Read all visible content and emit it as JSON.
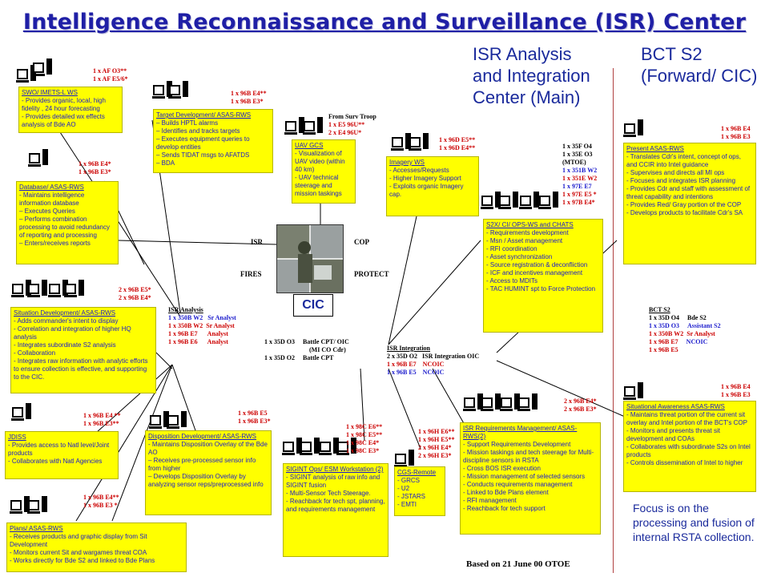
{
  "title": "Intelligence Reconnaissance and Surveillance (ISR) Center",
  "header_main": "ISR Analysis\nand Integration\nCenter (Main)",
  "header_bct": "BCT S2\n(Forward/ CIC)",
  "focus_note": "Focus is on the processing and fusion of internal RSTA collection.",
  "based_on": "Based on 21 June 00 OTOE",
  "cic_label": "CIC",
  "quadrants": {
    "isr": "ISR",
    "cop": "COP",
    "fires": "FIRES",
    "protect": "PROTECT"
  },
  "boxes": {
    "swo": {
      "title": "SWO/ IMETS-L WS",
      "lines": [
        "- Provides organic, local, high fidelity , 24 hour forecasting",
        "- Provides detailed wx effects analysis of Bde AO"
      ]
    },
    "target": {
      "title": "Target Development/ ASAS-RWS",
      "lines": [
        "– Builds HPTL alarms",
        "– Identifies and tracks targets",
        "– Executes equipment queries to develop entities",
        "– Sends TIDAT msgs to AFATDS",
        "– BDA"
      ]
    },
    "uav": {
      "title": "UAV GCS",
      "lines": [
        "- Visualization of UAV video (within 40 km)",
        "- UAV technical steerage and mission taskings"
      ]
    },
    "imagery": {
      "title": "Imagery WS",
      "lines": [
        "- Accesses/Requests",
        "- Higher Imagery Support",
        "- Exploits organic Imagery cap."
      ]
    },
    "database": {
      "title": "Database/ ASAS-RWS",
      "lines": [
        " - Maintains intelligence information database",
        "– Executes Queries",
        "– Performs combination processing to avoid redundancy of reporting and processing",
        "– Enters/receives reports"
      ]
    },
    "s2x": {
      "title": "S2X/ CI/ OPS-WS and CHATS",
      "lines": [
        "- Requirements development",
        "- Msn / Asset management",
        "- RFI coordination",
        "- Asset synchronization",
        "- Source registration & deconfliction",
        "- ICF and incentives management",
        "- Access to MDITs",
        "- TAC HUMINT spt to Force Protection"
      ]
    },
    "present": {
      "title": "Present ASAS-RWS",
      "lines": [
        "- Translates Cdr's intent, concept of ops, and CCIR into Intel guidance",
        "- Supervises and directs all MI ops",
        "- Focuses and integrates ISR planning",
        "- Provides Cdr and staff with assessment of threat capability and intentions",
        "- Provides Red/ Gray portion of the COP",
        "- Develops products to facilitate Cdr's SA"
      ]
    },
    "situation": {
      "title": "Situation Development/  ASAS-RWS",
      "lines": [
        "- Adds commander's intent to display",
        "- Correlation and integration of higher HQ analysis",
        "- Integrates subordinate S2 analysis",
        "- Collaboration",
        "- Integrates raw information with analytic efforts to ensure collection is effective, and supporting to the CIC."
      ]
    },
    "jdiss": {
      "title": "JDISS",
      "lines": [
        "- Provides access to Natl level/Joint products",
        "- Collaborates with Natl Agencies"
      ]
    },
    "disposition": {
      "title": "Disposition Development/ ASAS-RWS",
      "lines": [
        "- Maintains Disposition Overlay of the Bde AO",
        "– Receives pre-processed  sensor info from higher",
        "– Develops Disposition Overlay  by analyzing sensor  reps/preprocessed info"
      ]
    },
    "sigint": {
      "title": "SIGINT Ops/ ESM Workstation (2)",
      "lines": [
        "- SIGINT analysis of raw info and SIGINT fusion",
        "- Multi-Sensor Tech Steerage.",
        "- Reachback for tech spt, planning, and requirements management"
      ]
    },
    "cgs": {
      "title": "CGS-Remote",
      "lines": [
        "- GRCS",
        "- U2",
        "- JSTARS",
        "- EMTI"
      ]
    },
    "isrreq": {
      "title": "ISR Requirements Management/ ASAS-RWS(2)",
      "lines": [
        "- Support Requirements Development",
        "- Mission taskings and tech steerage for Multi-discipline sensors in RSTA",
        "- Cross BOS ISR execution",
        "- Mission management of selected sensors",
        "- Conducts requirements management",
        "- Linked to Bde Plans element",
        "- RFI management",
        "- Reachback for tech support"
      ]
    },
    "sitaware": {
      "title": "Situational Awareness ASAS-RWS",
      "lines": [
        "- Maintains threat portion of the current sit overlay and Intel portion of the BCT's COP",
        "- Monitors and presents threat sit development and COAs",
        "- Collaborates with subordinate S2s on Intel products",
        "- Controls dissemination of Intel to higher"
      ]
    },
    "plans": {
      "title": "Plans/ ASAS-RWS",
      "lines": [
        "- Receives products and graphic display from Sit Development",
        "- Monitors current Sit and wargames threat COA",
        "- Works directly for Bde S2 and linked to Bde Plans"
      ]
    }
  },
  "crew": {
    "swo": [
      "1 x AF O3**",
      "1 x AF E5/6*"
    ],
    "target": [
      "1 x 96B E4**",
      "1 x 96B E3*"
    ],
    "uav": [
      "From Surv Troop",
      "1 x E5 96U**",
      "2 x E4 96U*"
    ],
    "imagery": [
      "1 x 96D E5**",
      "1 x 96D E4**"
    ],
    "database": [
      "1 x 96B E4*",
      "1 x 96B E3*"
    ],
    "s2x": [
      "1 x 35F O4",
      "1 x 35E O3",
      "(MTOE)",
      "1 x 351B W2",
      "1 x 351E W2",
      "1 x 97E E7",
      "1 x 97E E5 *",
      "1 x 97B E4*"
    ],
    "present": [
      "1 x 96B E4",
      "1 x 96B E3"
    ],
    "situation": [
      "2 x 96B E5*",
      "2 x 96B E4*"
    ],
    "jdiss": [
      "1 x 96B E4 **",
      "1 x 96B E3**"
    ],
    "disposition": [
      "1 x 96B E5",
      "1 x 96B E3*"
    ],
    "sigint": [
      "1 x 98C E6**",
      "1 x 98C E5**",
      "1 x 98C E4*",
      "1 x 98C E3*"
    ],
    "cgs": [
      "1 x 96H E6**",
      "1 x 96H E5**",
      "2 x 96H E4*",
      "2 x 96H E3*"
    ],
    "isrreq": [
      "2 x 96B E4*",
      "2 x 96B E3*"
    ],
    "sitaware": [
      "1 x 96B E4",
      "1 x 96B E3"
    ],
    "plans": [
      "1 x 96B E4**",
      "1 x 96B E3 *"
    ]
  },
  "isr_analysis": {
    "heading": "ISR Analysis",
    "rows": [
      [
        "1 x 350B W2",
        "Sr Analyst"
      ],
      [
        "1 x 350B W2",
        "Sr Analyst"
      ],
      [
        "1 x 96B E7",
        "Analyst"
      ],
      [
        "1 x 96B E6",
        "Analyst"
      ]
    ]
  },
  "battle_cpt": {
    "rows": [
      [
        "1 x 35D O3",
        "Battle CPT/ OIC",
        "(MI CO Cdr)"
      ],
      [
        "1 x 35D O2",
        "Battle CPT",
        ""
      ]
    ]
  },
  "isr_integration": {
    "heading": "ISR Integration",
    "rows": [
      [
        "2 x 35D O2",
        "ISR Integration OIC"
      ],
      [
        "1 x 96B E7",
        "NCOIC"
      ],
      [
        "1 x 96B E5",
        "NCOIC"
      ]
    ]
  },
  "bct_s2": {
    "heading": "BCT S2",
    "rows": [
      [
        "1 x 35D O4",
        "Bde S2"
      ],
      [
        "1 x 35D O3",
        "Assistant S2"
      ],
      [
        "1 x 350B W2",
        "Sr Analyst"
      ],
      [
        "1 x 96B E7",
        "NCOIC"
      ],
      [
        "1 x 96B E5",
        ""
      ]
    ]
  },
  "colors": {
    "title": "#1f1fa6",
    "box_fill": "#ffff00",
    "box_text": "#1a1acc",
    "crew_red": "#cc0000",
    "header_blue": "#1a2a9c"
  }
}
